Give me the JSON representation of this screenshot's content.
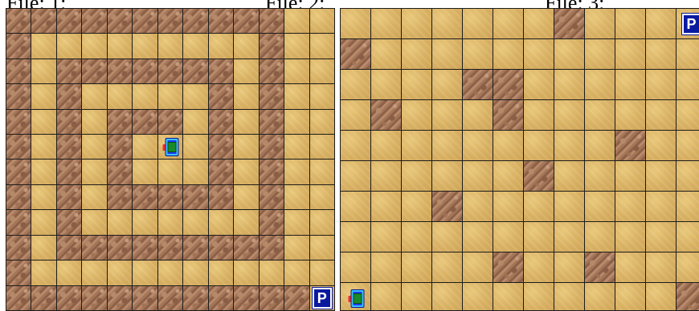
{
  "labels": [
    "File: 1:",
    "File: 2:",
    "File: 3:"
  ],
  "marker_label": "P",
  "boards": [
    {
      "name": "board-1",
      "cols": 13,
      "rows": 12,
      "walls": [
        [
          0,
          0
        ],
        [
          0,
          1
        ],
        [
          0,
          2
        ],
        [
          0,
          3
        ],
        [
          0,
          4
        ],
        [
          0,
          5
        ],
        [
          0,
          6
        ],
        [
          0,
          7
        ],
        [
          0,
          8
        ],
        [
          0,
          9
        ],
        [
          0,
          10
        ],
        [
          1,
          0
        ],
        [
          1,
          10
        ],
        [
          2,
          0
        ],
        [
          2,
          2
        ],
        [
          2,
          3
        ],
        [
          2,
          4
        ],
        [
          2,
          5
        ],
        [
          2,
          6
        ],
        [
          2,
          7
        ],
        [
          2,
          8
        ],
        [
          2,
          10
        ],
        [
          3,
          0
        ],
        [
          3,
          2
        ],
        [
          3,
          8
        ],
        [
          3,
          10
        ],
        [
          4,
          0
        ],
        [
          4,
          2
        ],
        [
          4,
          4
        ],
        [
          4,
          5
        ],
        [
          4,
          6
        ],
        [
          4,
          8
        ],
        [
          4,
          10
        ],
        [
          5,
          0
        ],
        [
          5,
          2
        ],
        [
          5,
          4
        ],
        [
          5,
          8
        ],
        [
          5,
          10
        ],
        [
          6,
          0
        ],
        [
          6,
          2
        ],
        [
          6,
          4
        ],
        [
          6,
          8
        ],
        [
          6,
          10
        ],
        [
          7,
          0
        ],
        [
          7,
          2
        ],
        [
          7,
          4
        ],
        [
          7,
          5
        ],
        [
          7,
          6
        ],
        [
          7,
          7
        ],
        [
          7,
          8
        ],
        [
          7,
          10
        ],
        [
          8,
          0
        ],
        [
          8,
          2
        ],
        [
          8,
          10
        ],
        [
          9,
          0
        ],
        [
          9,
          2
        ],
        [
          9,
          3
        ],
        [
          9,
          4
        ],
        [
          9,
          5
        ],
        [
          9,
          6
        ],
        [
          9,
          7
        ],
        [
          9,
          8
        ],
        [
          9,
          9
        ],
        [
          9,
          10
        ],
        [
          10,
          0
        ],
        [
          11,
          0
        ],
        [
          11,
          1
        ],
        [
          11,
          2
        ],
        [
          11,
          3
        ],
        [
          11,
          4
        ],
        [
          11,
          5
        ],
        [
          11,
          6
        ],
        [
          11,
          7
        ],
        [
          11,
          8
        ],
        [
          11,
          9
        ],
        [
          11,
          10
        ],
        [
          11,
          11
        ]
      ],
      "robot": [
        5,
        6
      ],
      "marker": [
        11,
        12
      ]
    },
    {
      "name": "board-2",
      "cols": 12,
      "rows": 10,
      "walls": [
        [
          0,
          7
        ],
        [
          1,
          0
        ],
        [
          2,
          4
        ],
        [
          2,
          5
        ],
        [
          3,
          1
        ],
        [
          3,
          5
        ],
        [
          4,
          9
        ],
        [
          5,
          6
        ],
        [
          6,
          3
        ],
        [
          8,
          5
        ],
        [
          8,
          8
        ],
        [
          9,
          11
        ]
      ],
      "robot": [
        9,
        0
      ],
      "marker": [
        0,
        11
      ]
    }
  ]
}
